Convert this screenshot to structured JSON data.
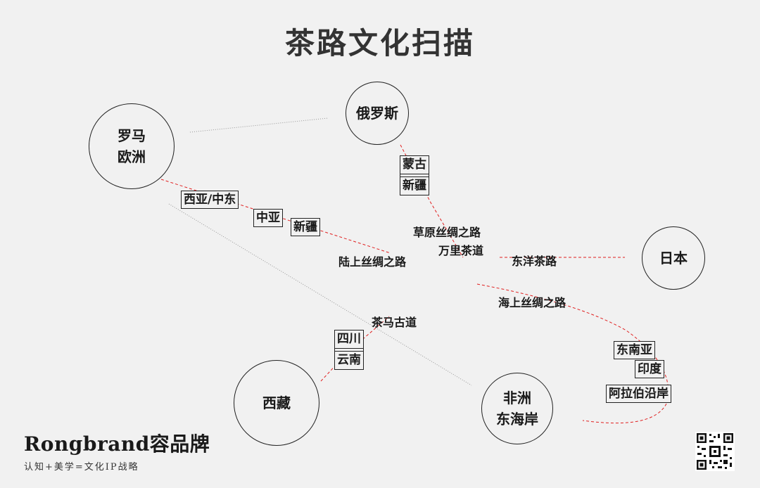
{
  "title": "茶路文化扫描",
  "regions": {
    "rome_europe": [
      "罗马",
      "欧洲"
    ],
    "russia": "俄罗斯",
    "japan": "日本",
    "tibet": "西藏",
    "east_africa": [
      "非洲",
      "东海岸"
    ]
  },
  "boxes": {
    "west_asia": "西亚/中东",
    "central_asia": "中亚",
    "xinjiang_silk": "新疆",
    "southeast_asia": "东南亚",
    "india": "印度",
    "arabian_coast": "阿拉伯沿岸"
  },
  "stacks": {
    "mongolia_xinjiang": [
      "蒙古",
      "新疆"
    ],
    "sichuan_yunnan": [
      "四川",
      "云南"
    ]
  },
  "routes": {
    "grassland_silk": "草原丝绸之路",
    "tea_road": "万里茶道",
    "land_silk": "陆上丝绸之路",
    "ocean_tea": "东洋茶路",
    "maritime_silk": "海上丝绸之路",
    "tea_horse": "茶马古道"
  },
  "colors": {
    "route_line": "#e02020",
    "guide_line": "#999999",
    "outline": "#222222"
  },
  "brand": {
    "name": "Rongbrand容品牌",
    "tagline": "认知+美学=文化IP战略"
  },
  "icons": {
    "qr": "qr-code-icon"
  }
}
